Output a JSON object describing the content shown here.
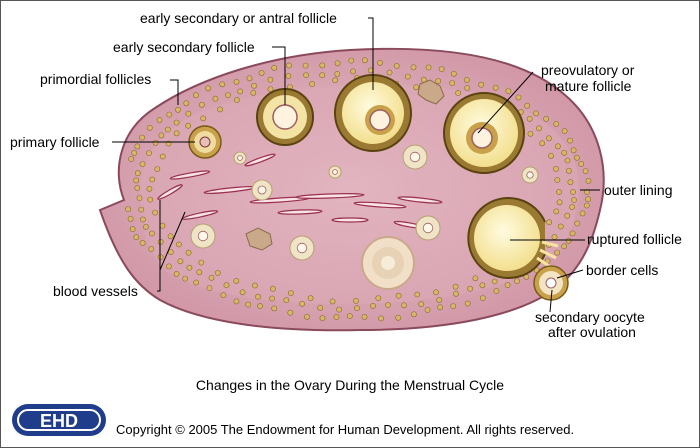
{
  "diagram": {
    "labels": {
      "early_antral": "early secondary or antral follicle",
      "early_secondary": "early secondary follicle",
      "primordial": "primordial follicles",
      "primary": "primary follicle",
      "preovulatory_1": "preovulatory or",
      "preovulatory_2": "mature follicle",
      "outer_lining": "outer lining",
      "ruptured": "ruptured follicle",
      "border_cells": "border cells",
      "blood_vessels": "blood vessels",
      "oocyte_1": "secondary oocyte",
      "oocyte_2": "after ovulation"
    },
    "caption": "Changes in the Ovary During the Menstrual Cycle"
  },
  "footer": {
    "logo_text": "EHD",
    "copyright": "Copyright © 2005 The Endowment for Human Development. All rights reserved."
  },
  "colors": {
    "ovary_fill": "#d9a6b3",
    "ovary_stroke": "#8a4a5c",
    "follicle_yellow": "#f6e9a8",
    "granulosa": "#a88a3a",
    "logo_blue": "#1f3d8a"
  }
}
